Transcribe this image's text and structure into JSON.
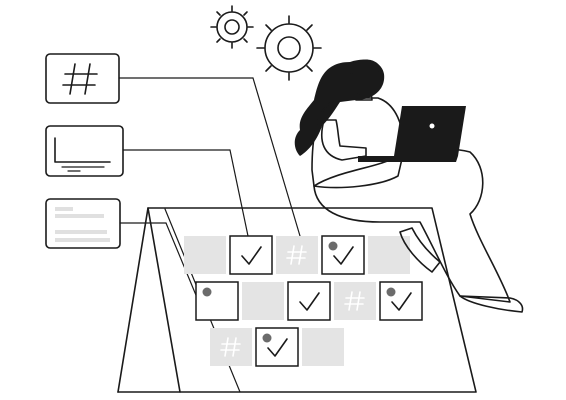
{
  "palette": {
    "ink": "#1a1a1a",
    "cell_fill": "#e4e4e4",
    "pants": "#7a7a7a",
    "dot": "#6b6b6b",
    "paper": "#ffffff"
  },
  "icons": {
    "gear": "gear-icon",
    "hash": "hash-icon",
    "check": "check-icon",
    "dot": "dot-icon",
    "laptop": "laptop-icon"
  },
  "calendar": {
    "rows": [
      [
        "empty",
        "check",
        "hash",
        "check-dot",
        "empty"
      ],
      [
        "dot",
        "empty",
        "check",
        "hash",
        "check-dot"
      ],
      [
        "hash",
        "check-dot",
        "empty"
      ]
    ]
  }
}
